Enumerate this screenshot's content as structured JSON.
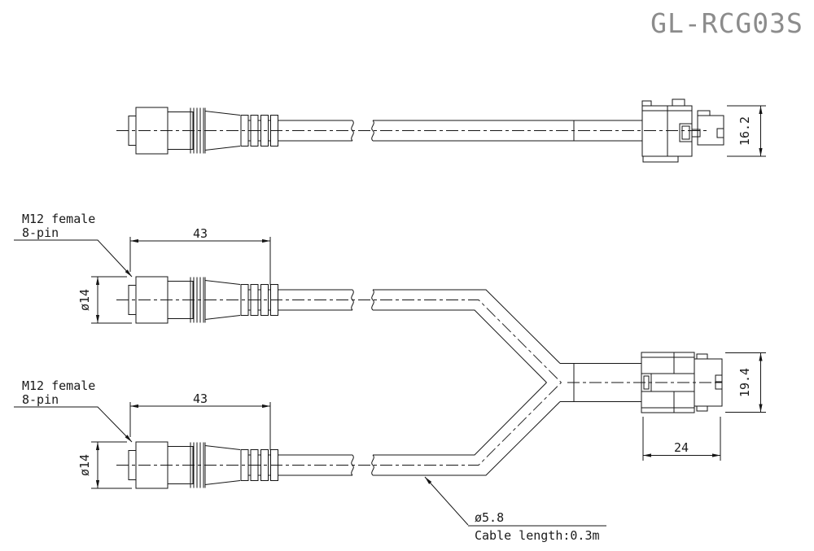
{
  "title": "GL-RCG03S",
  "colors": {
    "line": "#161616",
    "title_text": "#8c8c8c",
    "background": "#ffffff"
  },
  "top_view": {
    "dim_connector_height": "16.2"
  },
  "y_view": {
    "top_connector": {
      "label_line1": "M12 female",
      "label_line2": "8-pin",
      "dim_length": "43",
      "dim_diameter": "ø14"
    },
    "bottom_connector": {
      "label_line1": "M12 female",
      "label_line2": "8-pin",
      "dim_length": "43",
      "dim_diameter": "ø14"
    },
    "right_connector": {
      "dim_height": "19.4",
      "dim_width": "24"
    }
  },
  "cable_note": {
    "diameter": "ø5.8",
    "length": "Cable length:0.3m"
  }
}
